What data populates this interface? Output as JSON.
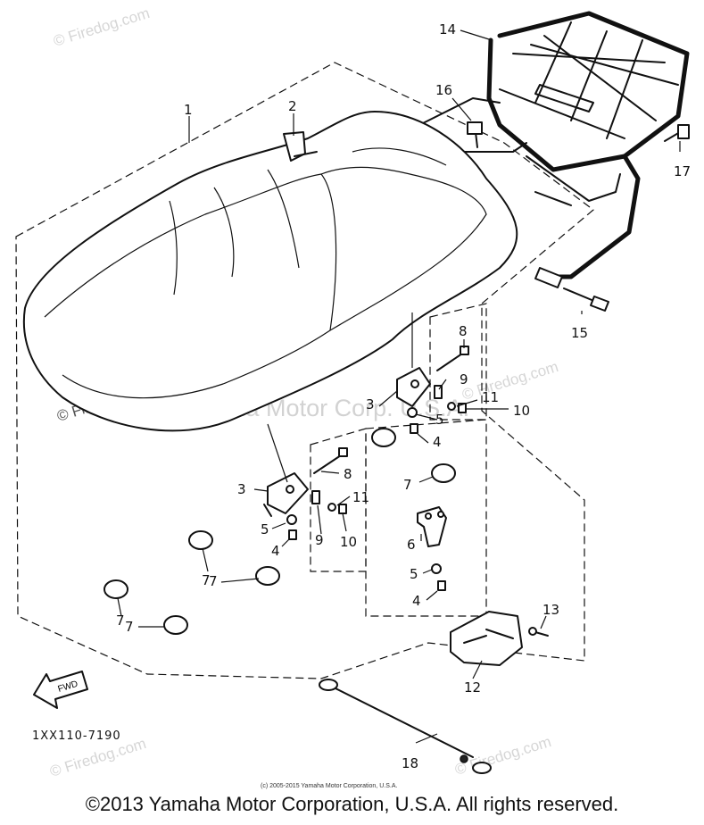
{
  "watermarks": {
    "top": "© Firedog.com",
    "left": "© Firedog.com",
    "right": "© Firedog.com",
    "bottom_left": "© Firedog.com",
    "bottom_right": "© Firedog.com",
    "center": "Yamaha Motor Corp. U.S.A."
  },
  "callouts": [
    "1",
    "2",
    "3",
    "3",
    "4",
    "4",
    "4",
    "5",
    "5",
    "5",
    "6",
    "7",
    "7",
    "7",
    "7",
    "7",
    "8",
    "8",
    "9",
    "9",
    "10",
    "10",
    "11",
    "11",
    "12",
    "13",
    "14",
    "15",
    "16",
    "17",
    "18"
  ],
  "fwd_label": "FWD",
  "part_number": "1XX110-7190",
  "small_copyright": "(c) 2005-2015 Yamaha Motor Corporation, U.S.A.",
  "copyright": "©2013 Yamaha Motor Corporation, U.S.A. All rights reserved."
}
